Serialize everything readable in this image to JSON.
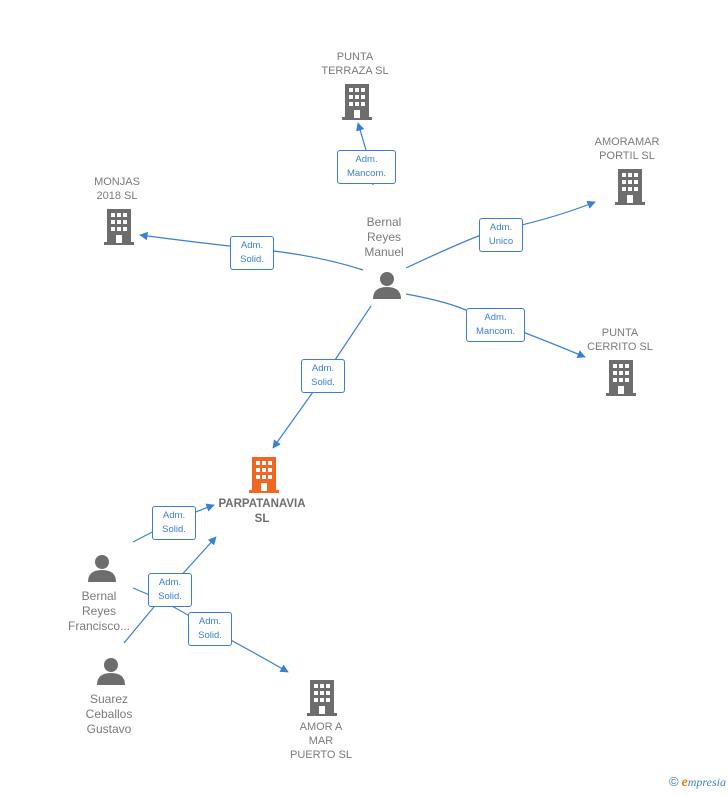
{
  "colors": {
    "edge": "#3a7fd5",
    "node_gray": "#6d6d6d",
    "node_highlight": "#f26522"
  },
  "nodes": {
    "punta_terraza": {
      "lines": [
        "PUNTA",
        "TERRAZA  SL"
      ],
      "icon": "building-icon"
    },
    "amoramar": {
      "lines": [
        "AMORAMAR",
        "PORTIL  SL"
      ],
      "icon": "building-icon"
    },
    "monjas": {
      "lines": [
        "MONJAS",
        "2018  SL"
      ],
      "icon": "building-icon"
    },
    "bernal_manuel": {
      "lines": [
        "Bernal",
        "Reyes",
        "Manuel"
      ],
      "icon": "person-icon"
    },
    "punta_cerrito": {
      "lines": [
        "PUNTA",
        "CERRITO SL"
      ],
      "icon": "building-icon"
    },
    "parpatanavia": {
      "lines": [
        "PARPATANAVIA",
        "SL"
      ],
      "icon": "building-icon-highlight"
    },
    "bernal_francisco": {
      "lines": [
        "Bernal",
        "Reyes",
        "Francisco..."
      ],
      "icon": "person-icon"
    },
    "suarez": {
      "lines": [
        "Suarez",
        "Ceballos",
        "Gustavo"
      ],
      "icon": "person-icon"
    },
    "amor_a_mar": {
      "lines": [
        "AMOR A",
        "MAR",
        "PUERTO  SL"
      ],
      "icon": "building-icon"
    }
  },
  "relations": [
    {
      "id": "r1",
      "lines": [
        "Adm.",
        "Mancom."
      ]
    },
    {
      "id": "r2",
      "lines": [
        "Adm.",
        "Unico"
      ]
    },
    {
      "id": "r3",
      "lines": [
        "Adm.",
        "Solid."
      ]
    },
    {
      "id": "r4",
      "lines": [
        "Adm.",
        "Mancom."
      ]
    },
    {
      "id": "r5",
      "lines": [
        "Adm.",
        "Solid."
      ]
    },
    {
      "id": "r6",
      "lines": [
        "Adm.",
        "Solid."
      ]
    },
    {
      "id": "r7",
      "lines": [
        "Adm.",
        "Solid."
      ]
    },
    {
      "id": "r8",
      "lines": [
        "Adm.",
        "Solid."
      ]
    }
  ],
  "footer": {
    "copyright": "©",
    "brand_initial": "e",
    "brand_rest": "mpresia"
  }
}
